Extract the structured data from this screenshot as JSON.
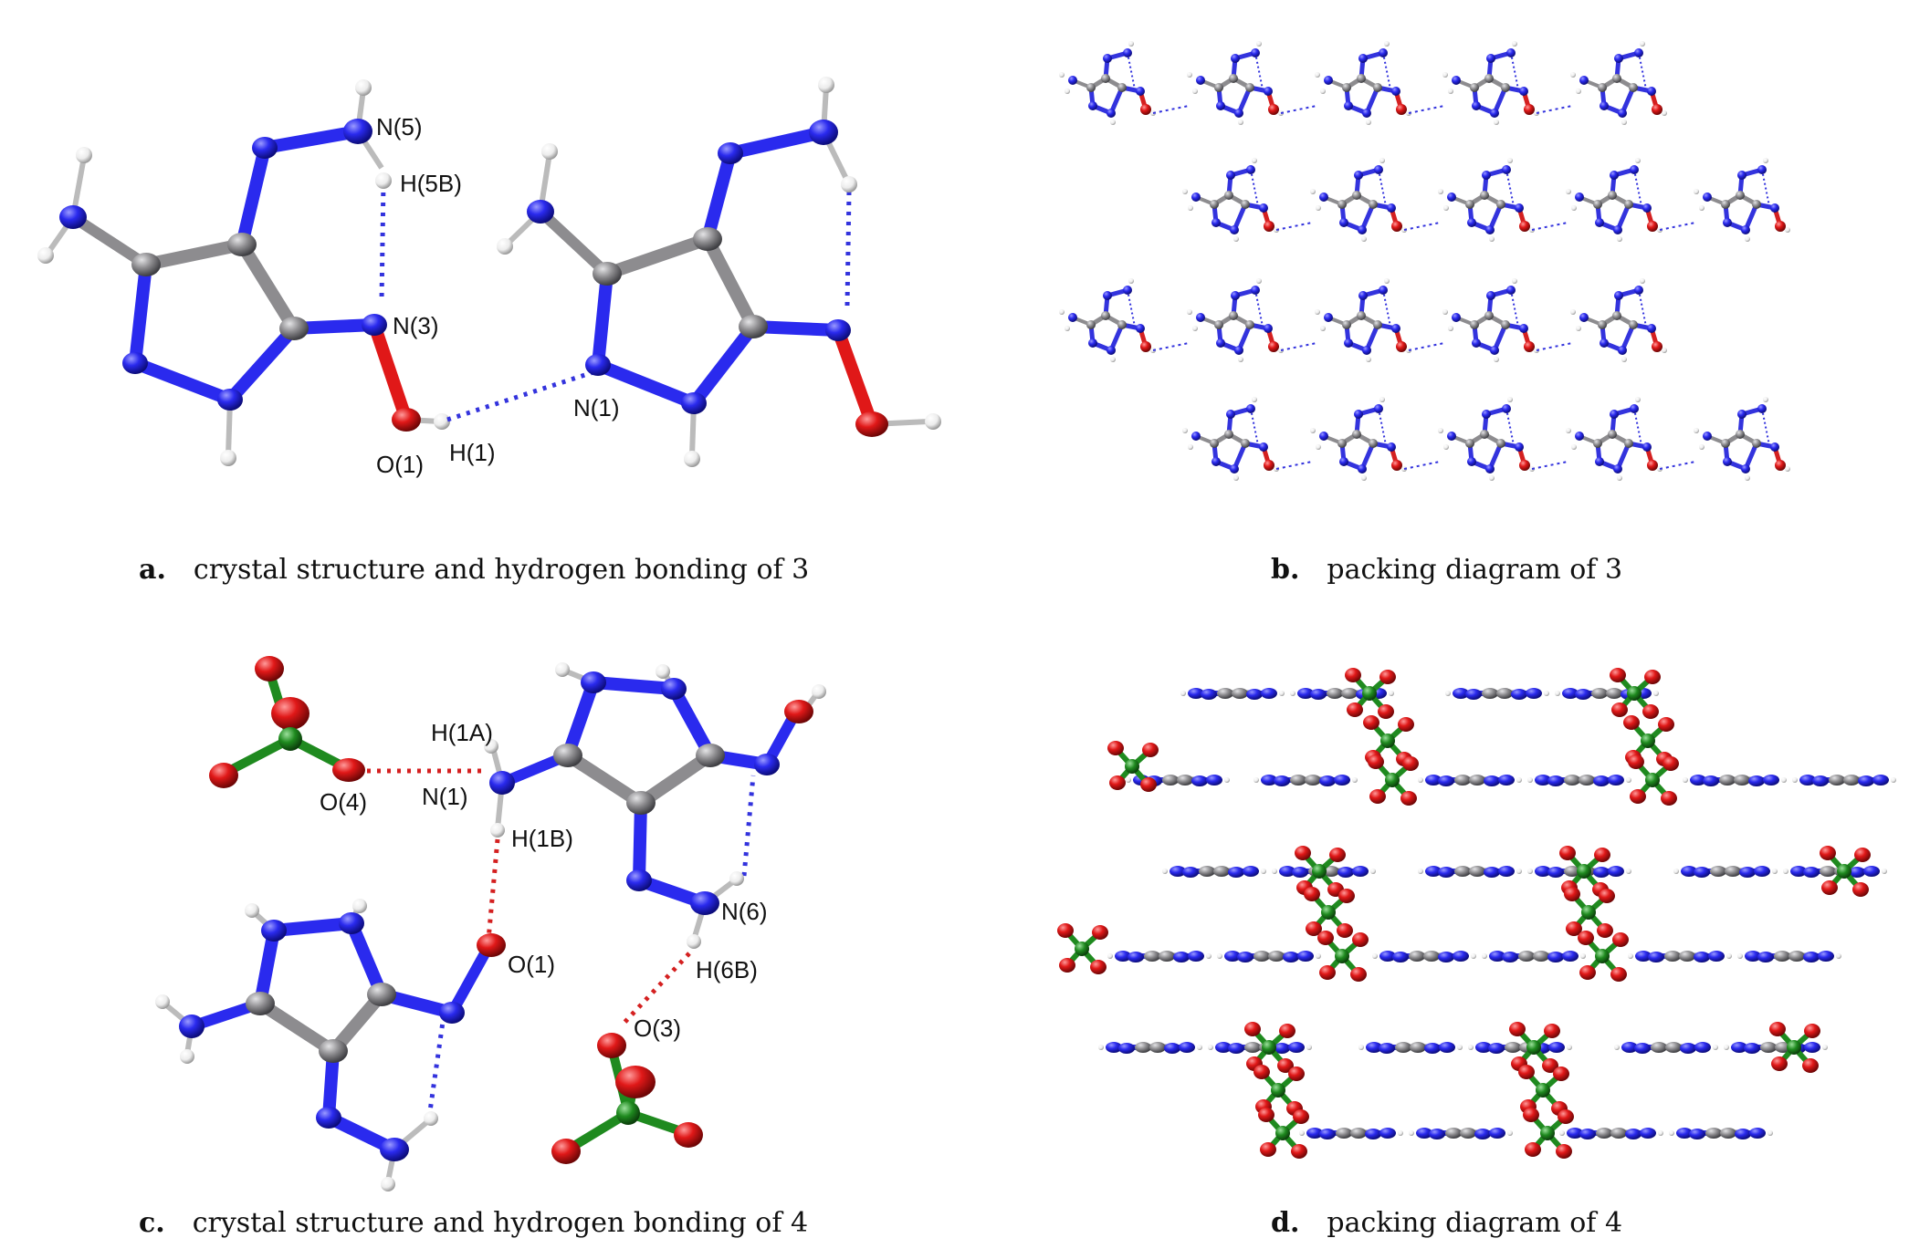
{
  "colors": {
    "carbon": "#8d8c8f",
    "nitrogen": "#2222e6",
    "oxygen": "#e01818",
    "hydrogen": "#f4f4f4",
    "chlorine": "#1f8a1f",
    "hbond_blue": "#3333dd",
    "hbond_red": "#d42020"
  },
  "panels": {
    "a": {
      "letter": "a.",
      "caption": "crystal structure and hydrogen bonding of 3",
      "labels": [
        "N(5)",
        "H(5B)",
        "N(3)",
        "N(1)",
        "O(1)",
        "H(1)"
      ]
    },
    "b": {
      "letter": "b.",
      "caption": "packing diagram of 3"
    },
    "c": {
      "letter": "c.",
      "caption": "crystal structure and hydrogen bonding of 4",
      "labels": [
        "H(1A)",
        "N(1)",
        "O(4)",
        "H(1B)",
        "N(6)",
        "O(1)",
        "H(6B)",
        "O(3)"
      ]
    },
    "d": {
      "letter": "d.",
      "caption": "packing diagram of 4"
    }
  }
}
